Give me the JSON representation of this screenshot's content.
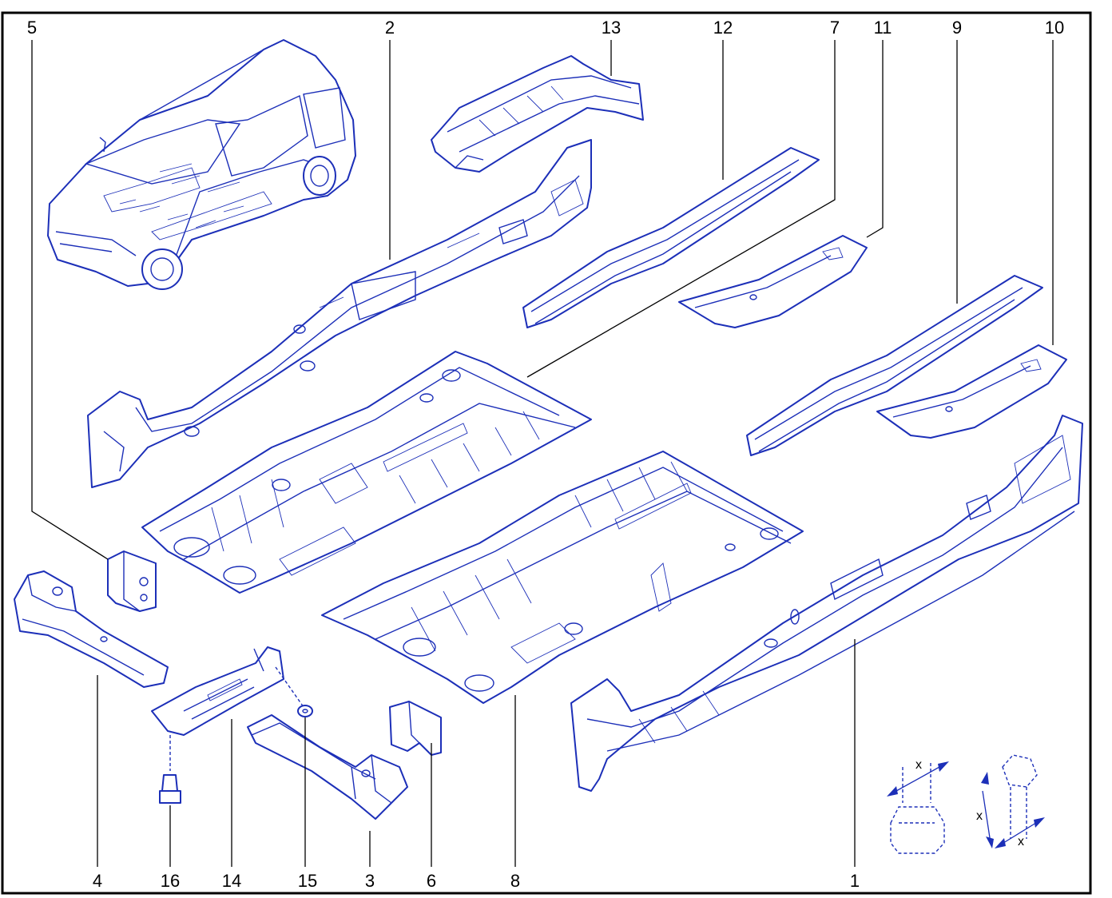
{
  "diagram": {
    "callouts": [
      "5",
      "2",
      "13",
      "12",
      "7",
      "11",
      "9",
      "10",
      "4",
      "16",
      "14",
      "15",
      "3",
      "6",
      "8",
      "1"
    ],
    "detail_labels": [
      "x",
      "x",
      "x"
    ],
    "colors": {
      "line": "#1c2fb8",
      "frame": "#000000",
      "background": "#ffffff"
    }
  }
}
